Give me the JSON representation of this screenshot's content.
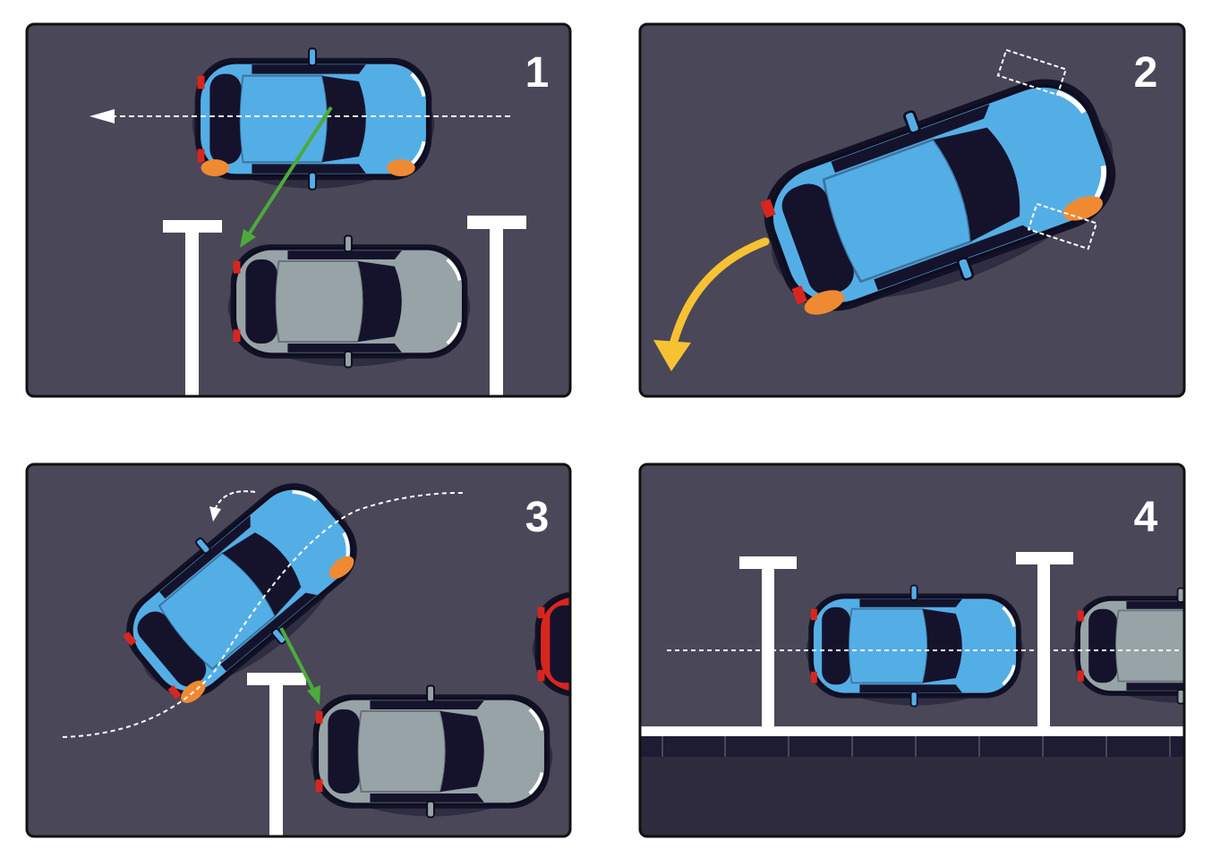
{
  "steps": [
    {
      "label": "1"
    },
    {
      "label": "2"
    },
    {
      "label": "3"
    },
    {
      "label": "4"
    }
  ],
  "colors": {
    "road": "#4a4758",
    "panel_border": "#111111",
    "car_blue": "#54aee6",
    "car_gray": "#97a3a6",
    "car_red": "#d8261f",
    "window": "#15132c",
    "headlight": "#f08a32",
    "guide_green": "#4bab3a",
    "arrow_yellow": "#f6c233",
    "curb": "#1c1c33",
    "sidewalk": "#2d2b3d",
    "marking": "#ffffff"
  }
}
